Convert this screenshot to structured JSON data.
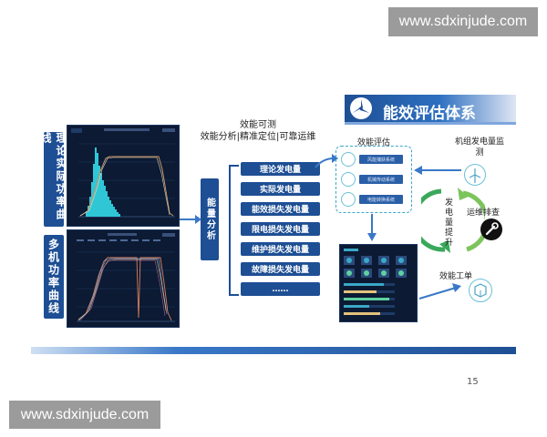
{
  "watermark": "www.sdxinjude.com",
  "page_number": "15",
  "header": {
    "title": "能效评估体系"
  },
  "left": {
    "label_top": "理论实际功率曲线",
    "label_bottom": "多机功率曲线"
  },
  "center": {
    "title_line1": "效能可测",
    "title_line2": "效能分析|精准定位|可靠运维",
    "analysis_label": "能量分析",
    "items": [
      "理论发电量",
      "实际发电量",
      "能效损失发电量",
      "限电损失发电量",
      "维护损失发电量",
      "故障损失发电量",
      "……"
    ]
  },
  "right": {
    "eval_title": "效能评估",
    "eval_rows": [
      "风能捕获系统",
      "机械传动系统",
      "电能转换系统"
    ],
    "monitor_label": "机组发电量监测",
    "cycle_label": "发电量提升",
    "troubleshoot_label": "运维排查",
    "workorder_label": "效能工单"
  },
  "colors": {
    "brand": "#1e4f94",
    "chart_bg": "#0c1a33",
    "accent_cyan": "#3aa8c8",
    "arrow_green": "#3aa85a"
  }
}
